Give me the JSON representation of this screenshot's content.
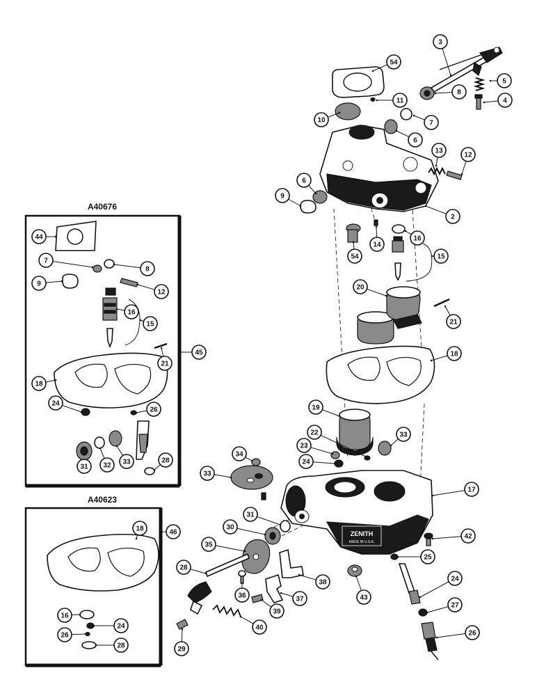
{
  "panels": [
    {
      "id": "A40676",
      "title": "A40676",
      "ref": "45",
      "parts": [
        "44",
        "7",
        "8",
        "9",
        "12",
        "16",
        "15",
        "21",
        "18",
        "24",
        "26",
        "28",
        "31",
        "32",
        "33"
      ]
    },
    {
      "id": "A40623",
      "title": "A40623",
      "ref": "46",
      "parts": [
        "18",
        "16",
        "24",
        "26",
        "28"
      ]
    }
  ],
  "main_parts": [
    "2",
    "3",
    "4",
    "5",
    "6",
    "7",
    "8",
    "9",
    "10",
    "11",
    "12",
    "13",
    "14",
    "15",
    "16",
    "17",
    "18",
    "19",
    "20",
    "21",
    "22",
    "23",
    "24",
    "25",
    "26",
    "27",
    "28",
    "29",
    "30",
    "31",
    "32",
    "33",
    "34",
    "35",
    "36",
    "37",
    "38",
    "39",
    "40",
    "41",
    "42",
    "43",
    "44",
    "54"
  ],
  "nameplate": {
    "brand": "ZENITH",
    "origin": "MADE IN U.S.A."
  },
  "colors": {
    "ink": "#111111",
    "paper": "#ffffff",
    "shade": "#8a8a8a"
  }
}
